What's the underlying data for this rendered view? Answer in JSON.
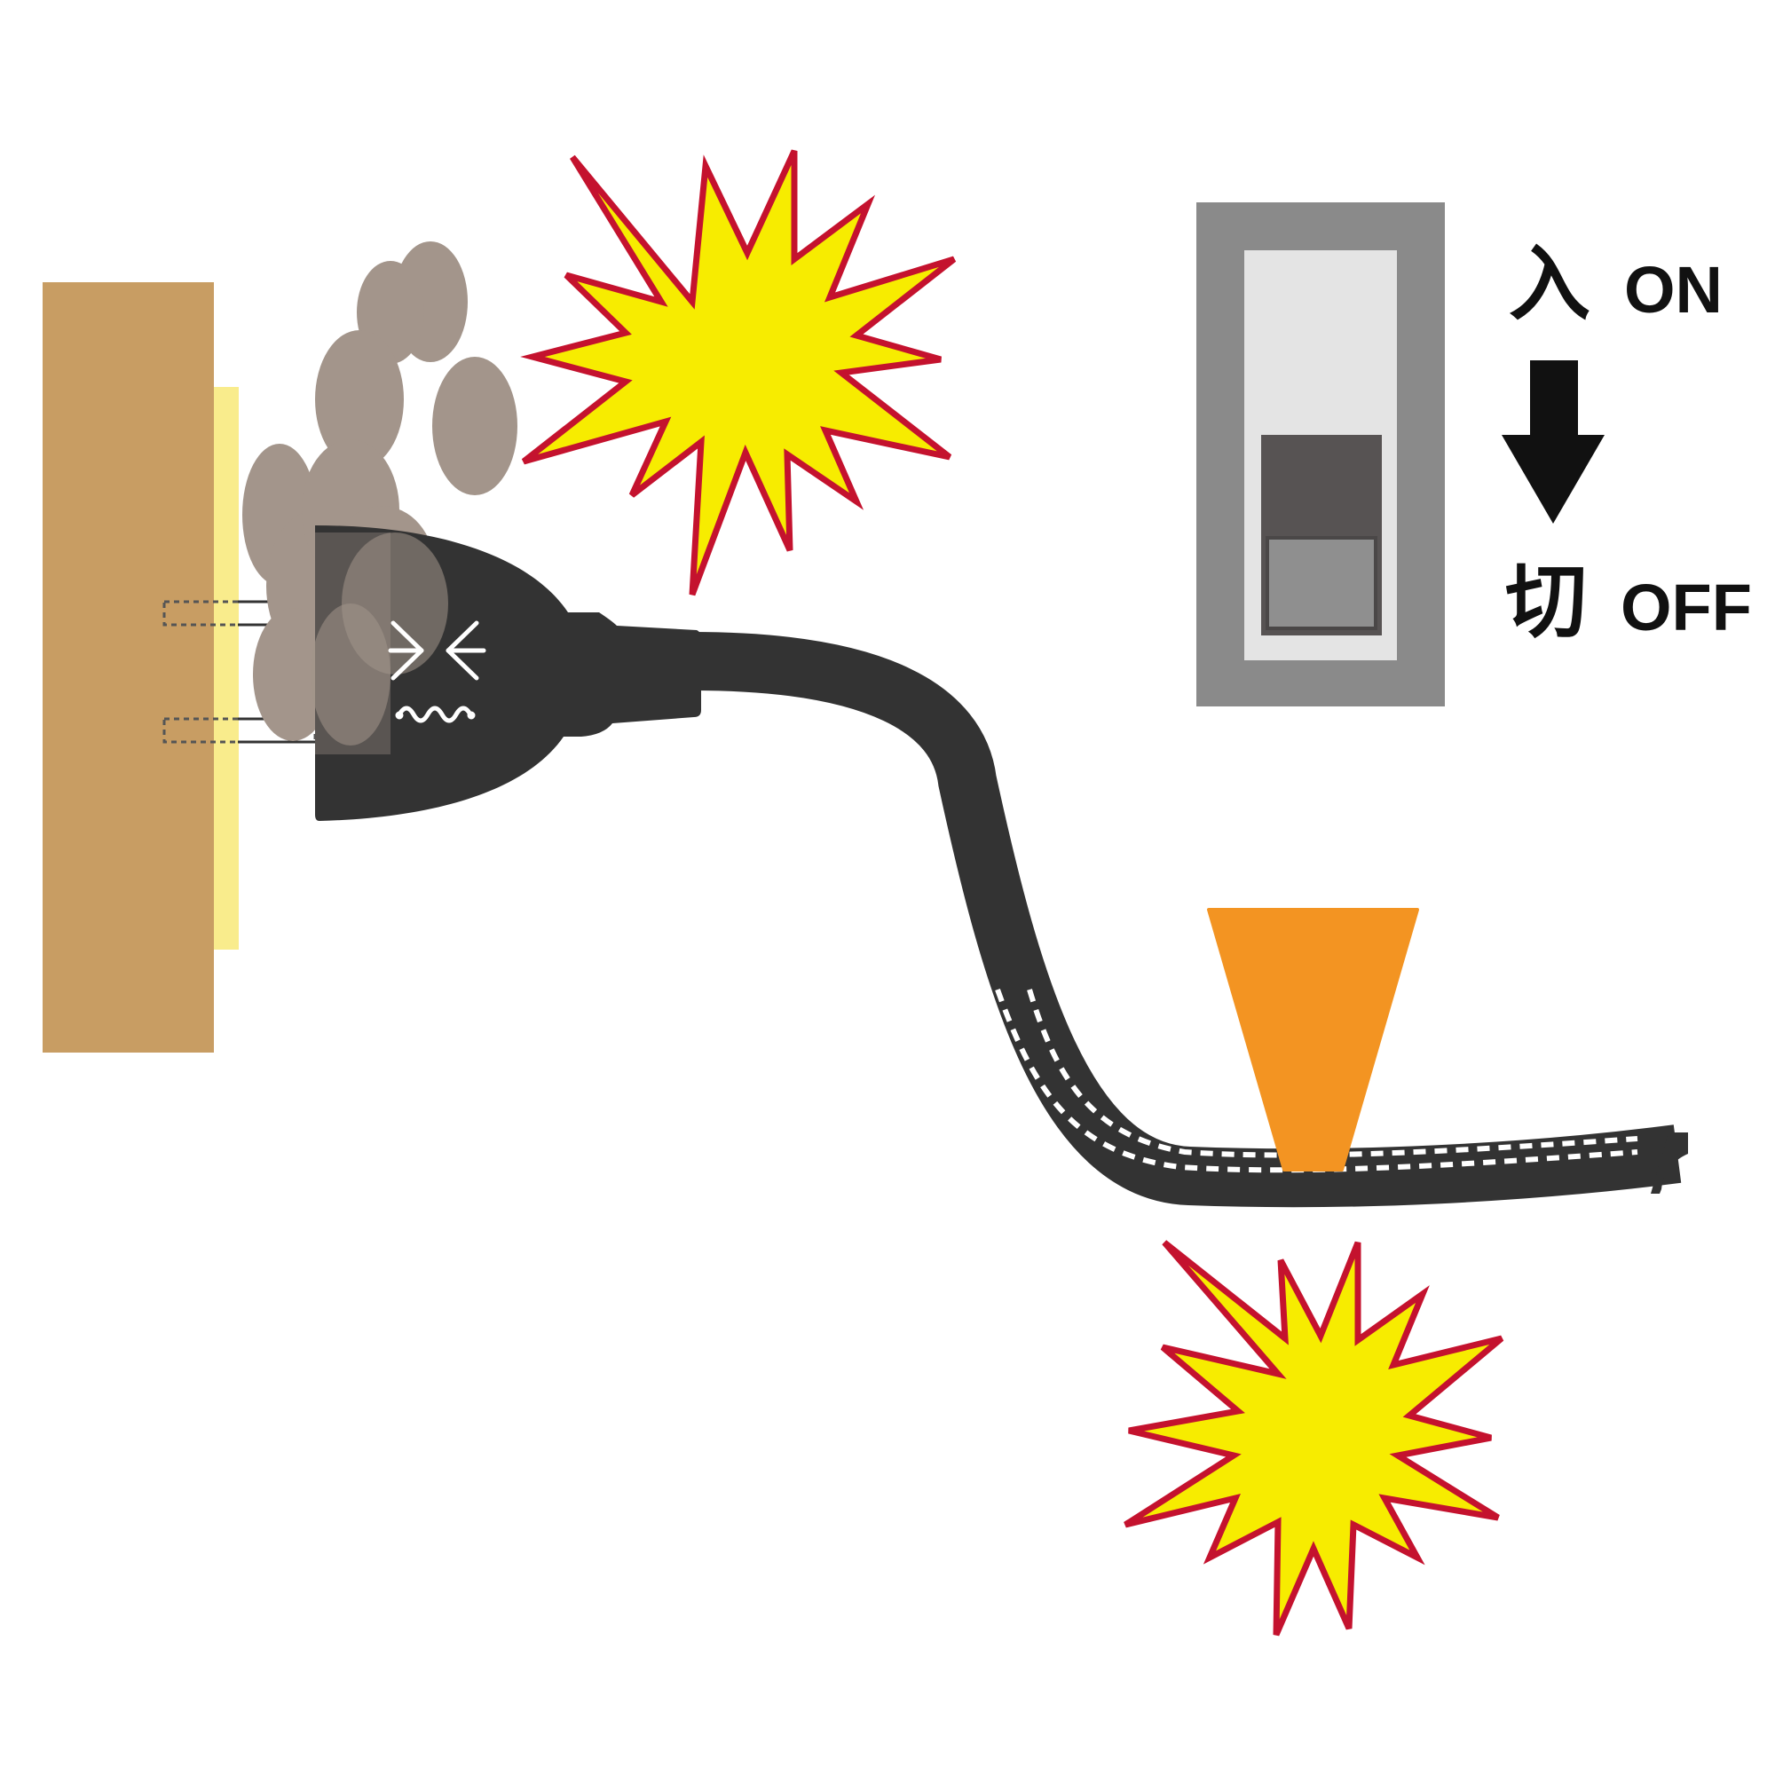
{
  "switch_labels": {
    "on_kanji": "入",
    "on_text": "ON",
    "off_kanji": "切",
    "off_text": "OFF"
  },
  "colors": {
    "wall": "#c89d63",
    "outlet_glow": "#f9ec8c",
    "smoke": "#a3958b",
    "plug_body": "#333333",
    "cord": "#333333",
    "spark_fill": "#f7ec00",
    "spark_stroke": "#c4122e",
    "switch_frame": "#8a8a8a",
    "switch_plate": "#e4e4e4",
    "switch_toggle_dark": "#575353",
    "switch_toggle_light": "#8f8f8f",
    "blade": "#f39422",
    "arrow": "#111111"
  },
  "icons": [
    "spark-burst",
    "smoke-cloud",
    "power-plug",
    "pinched-cord",
    "cutting-blade",
    "down-arrow",
    "breaker-switch"
  ]
}
